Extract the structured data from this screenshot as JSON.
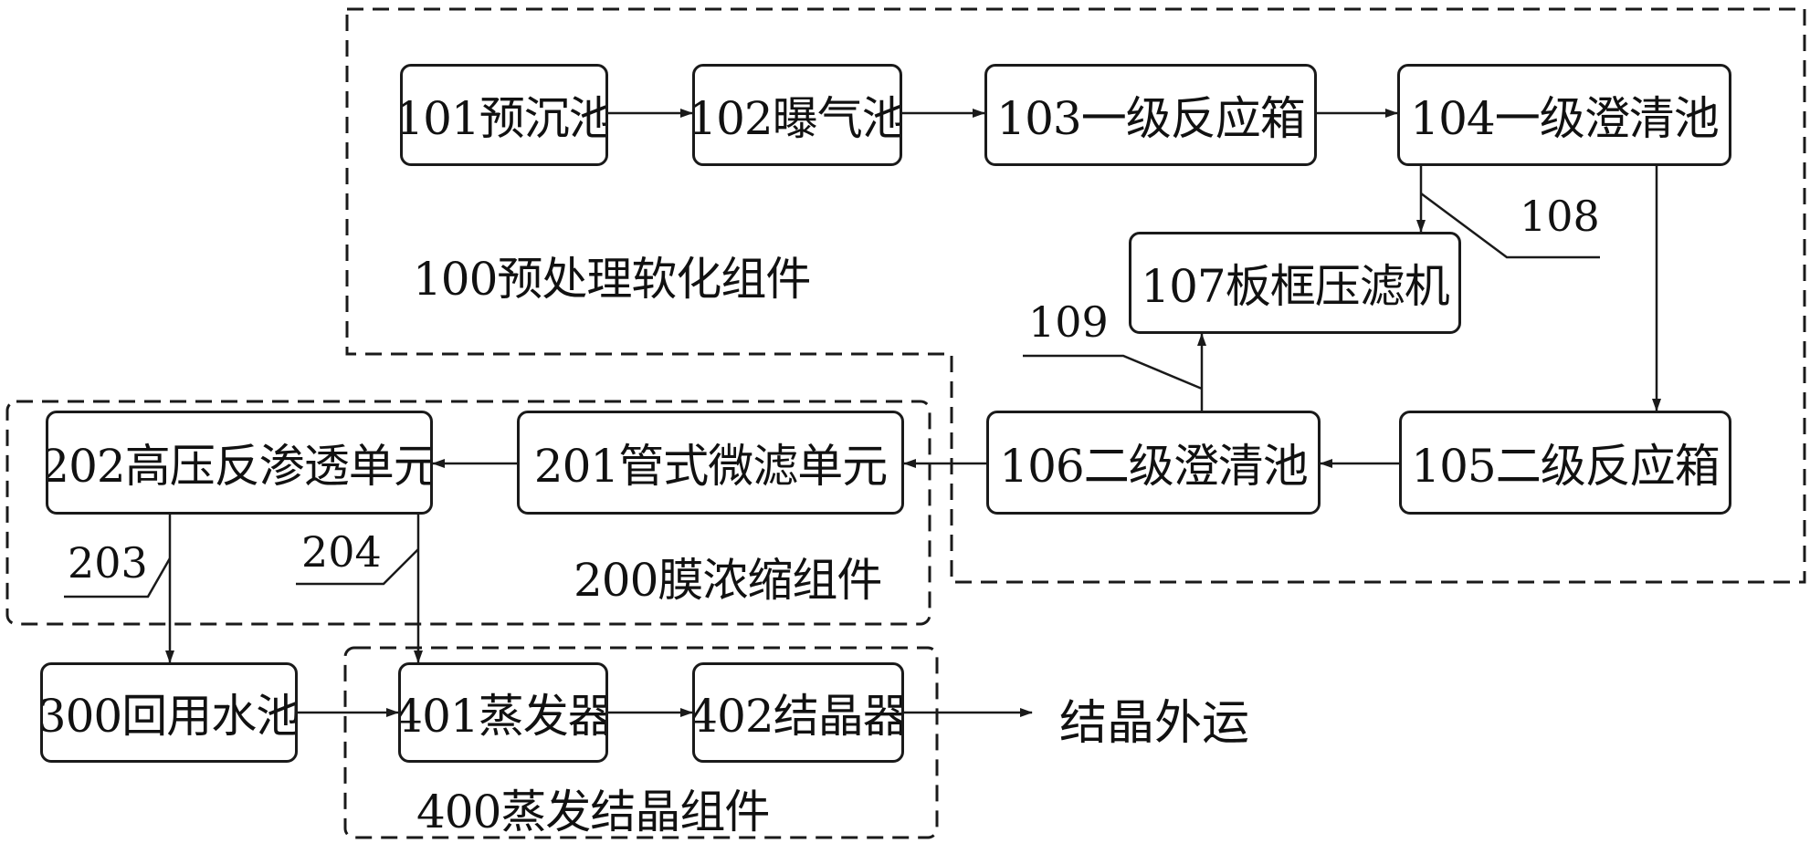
{
  "groups": {
    "g100": "100预处理软化组件",
    "g200": "200膜浓缩组件",
    "g400": "400蒸发结晶组件"
  },
  "boxes": {
    "b101": "101预沉池",
    "b102": "102曝气池",
    "b103": "103一级反应箱",
    "b104": "104一级澄清池",
    "b105": "105二级反应箱",
    "b106": "106二级澄清池",
    "b107": "107板框压滤机",
    "b201": "201管式微滤单元",
    "b202": "202高压反渗透单元",
    "b300": "300回用水池",
    "b401": "401蒸发器",
    "b402": "402结晶器"
  },
  "refs": {
    "r108": "108",
    "r109": "109",
    "r203": "203",
    "r204": "204"
  },
  "output_label": "结晶外运"
}
